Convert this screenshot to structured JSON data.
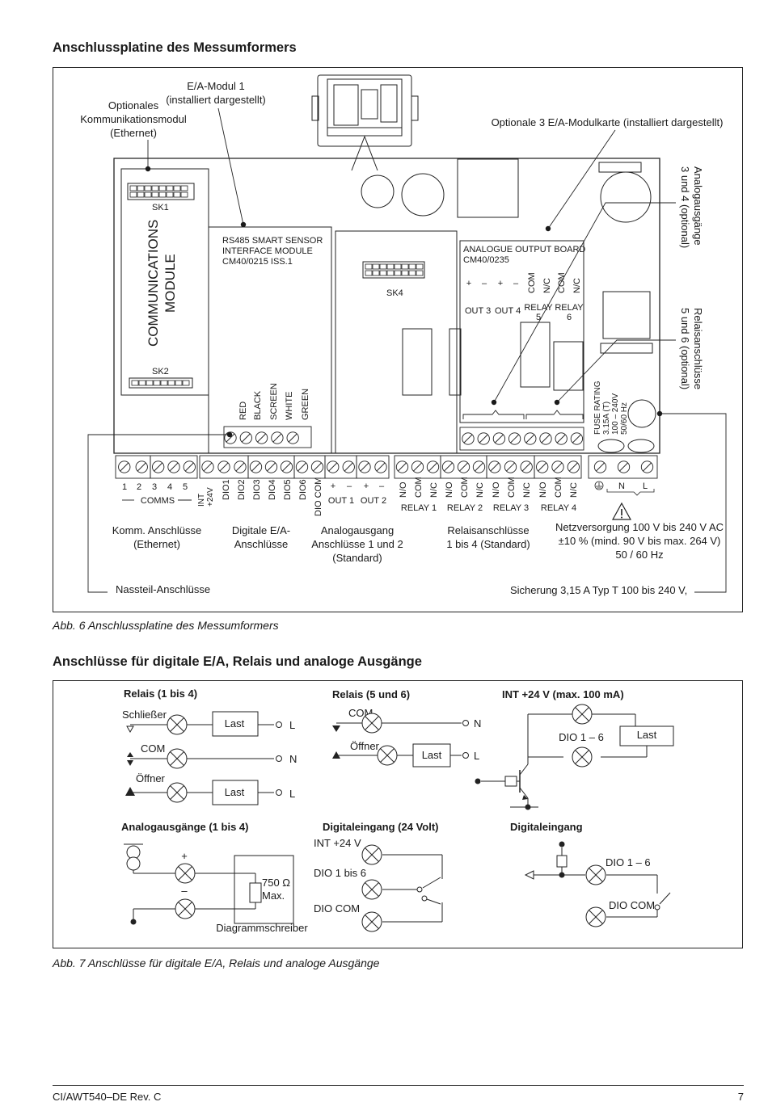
{
  "fig6": {
    "heading": "Anschlussplatine des Messumformers",
    "caption": "Abb. 6  Anschlussplatine des Messumformers",
    "callouts": {
      "comm_opt_1": "Optionales",
      "comm_opt_2": "Kommunikationsmodul",
      "comm_opt_3": "(Ethernet)",
      "ea_mod_1": "E/A-Modul 1",
      "ea_mod_2": "(installiert dargestellt)",
      "opt3": "Optionale 3 E/A-Modulkarte (installiert dargestellt)",
      "analog34_1": "Analogausgänge",
      "analog34_2": "3 und 4 (optional)",
      "relay56_1": "Relaisanschlüsse",
      "relay56_2": "5 und 6 (optional)"
    },
    "board": {
      "comms_module_1": "COMMUNICATIONS",
      "comms_module_2": "MODULE",
      "sk1": "SK1",
      "sk2": "SK2",
      "sk4": "SK4",
      "rs485_1": "RS485 SMART SENSOR",
      "rs485_2": "INTERFACE MODULE",
      "rs485_3": "CM40/0215 ISS.1",
      "aob_1": "ANALOGUE OUTPUT BOARD",
      "aob_2": "CM40/0235",
      "aob_pins": [
        "+",
        "–",
        "+",
        "–",
        "COM",
        "N/C",
        "COM",
        "N/C"
      ],
      "out3": "OUT 3",
      "out4": "OUT 4",
      "relay5a": "RELAY",
      "relay5b": "5",
      "relay6a": "RELAY",
      "relay6b": "6",
      "sensor_wires": [
        "RED",
        "BLACK",
        "SCREEN",
        "WHITE",
        "GREEN"
      ],
      "fuse": [
        "FUSE RATING",
        "3.15A  (T)",
        "100 – 240V",
        "50/60 Hz"
      ]
    },
    "terminals": {
      "comms_nums": [
        "1",
        "2",
        "3",
        "4",
        "5"
      ],
      "comms_label": "COMMS",
      "dio": [
        "INT +24V",
        "DIO1",
        "DIO2",
        "DIO3",
        "DIO4",
        "DIO5",
        "DIO6",
        "DIO COM"
      ],
      "analog_signs": [
        "+",
        "–",
        "+",
        "–"
      ],
      "out1": "OUT 1",
      "out2": "OUT 2",
      "relay_pins": [
        "N/O",
        "COM",
        "N/C"
      ],
      "relays": [
        "RELAY 1",
        "RELAY 2",
        "RELAY 3",
        "RELAY 4"
      ],
      "power": [
        "N",
        "L"
      ]
    },
    "groups": {
      "komm_1": "Komm. Anschlüsse",
      "komm_2": "(Ethernet)",
      "dig_1": "Digitale E/A-",
      "dig_2": "Anschlüsse",
      "ana_1": "Analogausgang",
      "ana_2": "Anschlüsse 1 und 2",
      "ana_3": "(Standard)",
      "rel_1": "Relaisanschlüsse",
      "rel_2": "1 bis 4 (Standard)",
      "net_1": "Netzversorgung 100 V bis 240 V AC",
      "net_2": "±10 % (mind. 90 V bis max. 264 V)",
      "net_3": "50 / 60 Hz"
    },
    "bottom": {
      "nassteil": "Nassteil-Anschlüsse",
      "sicherung": "Sicherung 3,15 A Typ T 100 bis 240 V,"
    }
  },
  "fig7": {
    "heading": "Anschlüsse für digitale E/A, Relais und analoge Ausgänge",
    "caption": "Abb. 7  Anschlüsse für digitale E/A, Relais und analoge Ausgänge",
    "relais14": {
      "title": "Relais (1 bis 4)",
      "schliesser": "Schließer",
      "com": "COM",
      "oeffner": "Öffner",
      "last1": "Last",
      "last2": "Last",
      "l1": "L",
      "n": "N",
      "l2": "L"
    },
    "relais56": {
      "title": "Relais (5 und 6)",
      "com": "COM",
      "oeffner": "Öffner",
      "last": "Last",
      "n": "N",
      "l": "L"
    },
    "int24": {
      "title": "INT +24 V (max. 100 mA)",
      "dio": "DIO 1 – 6",
      "last": "Last"
    },
    "analog": {
      "title": "Analogausgänge (1 bis 4)",
      "plus": "+",
      "minus": "–",
      "ohm": "750 Ω",
      "max": "Max.",
      "recorder": "Diagrammschreiber"
    },
    "diginput24": {
      "title": "Digitaleingang (24 Volt)",
      "int": "INT +24 V",
      "dio": "DIO 1 bis 6",
      "com": "DIO COM"
    },
    "diginput": {
      "title": "Digitaleingang",
      "dio": "DIO 1 – 6",
      "com": "DIO COM"
    }
  },
  "footer": {
    "doc": "CI/AWT540–DE Rev. C",
    "page": "7"
  }
}
